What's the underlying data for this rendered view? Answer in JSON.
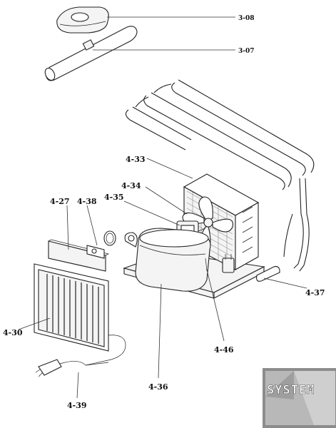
{
  "labels": {
    "l_3_08": "3-08",
    "l_3_07": "3-07",
    "l_4_33": "4-33",
    "l_4_34": "4-34",
    "l_4_35": "4-35",
    "l_4_27": "4-27",
    "l_4_38": "4-38",
    "l_4_30": "4-30",
    "l_4_36": "4-36",
    "l_4_39": "4-39",
    "l_4_46": "4-46",
    "l_4_37": "4-37"
  },
  "logo": {
    "text": "SYSTEM"
  }
}
